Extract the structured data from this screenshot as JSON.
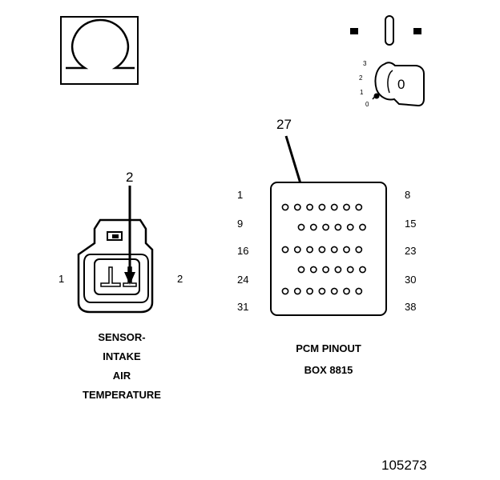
{
  "ohmmeter": {
    "symbol": "Ω"
  },
  "ignition": {
    "positions": [
      "3",
      "2",
      "1",
      "0"
    ],
    "key_label": "0"
  },
  "sensor": {
    "callout": "2",
    "pin_left": "1",
    "pin_right": "2",
    "caption": [
      "SENSOR-",
      "INTAKE",
      "AIR",
      "TEMPERATURE"
    ]
  },
  "pcm": {
    "callout": "27",
    "rows": [
      {
        "left": "1",
        "right": "8",
        "count": 7
      },
      {
        "left": "9",
        "right": "15",
        "count": 6
      },
      {
        "left": "16",
        "right": "23",
        "count": 7
      },
      {
        "left": "24",
        "right": "30",
        "count": 6
      },
      {
        "left": "31",
        "right": "38",
        "count": 7
      }
    ],
    "caption": [
      "PCM PINOUT",
      "BOX 8815"
    ]
  },
  "figure_id": "105273"
}
